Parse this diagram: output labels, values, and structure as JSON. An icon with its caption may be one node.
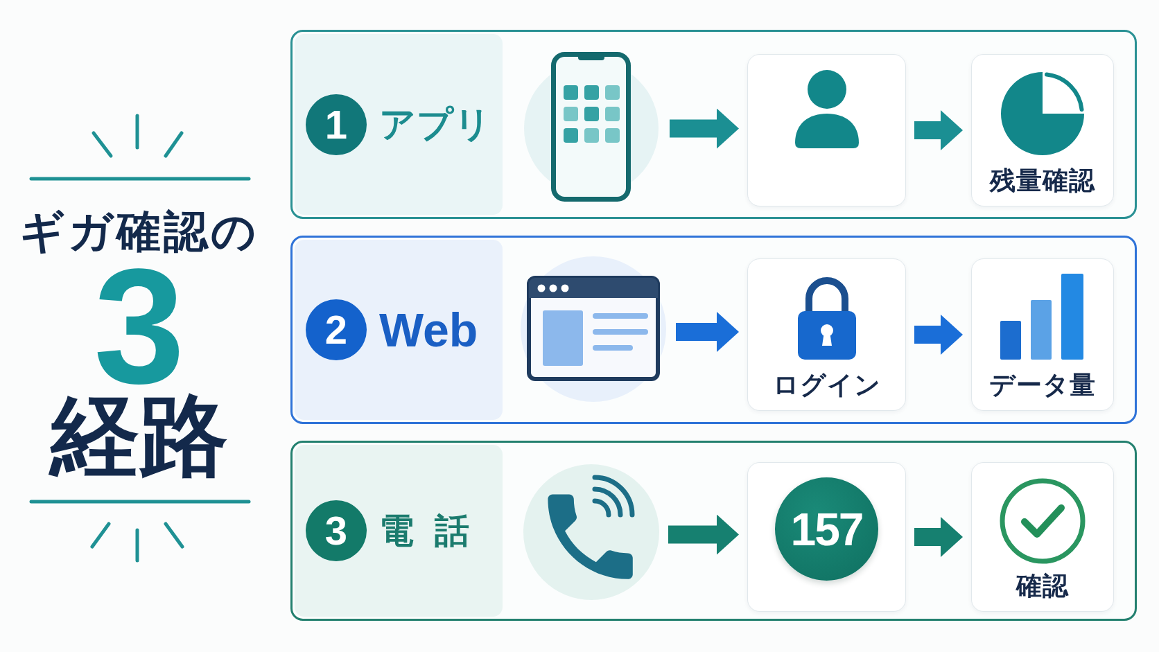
{
  "diagram": {
    "nodes": [
      {
        "text": [
          "1",
          "アプリ"
        ]
      },
      {
        "text": [],
        "shape": "picture",
        "in": 0
      },
      {
        "text": [],
        "shape": "box",
        "in": 0
      },
      {
        "text": [
          "残量確認"
        ],
        "in": 0
      },
      {
        "text": [
          "2",
          "Web"
        ]
      },
      {
        "text": [],
        "shape": "picture",
        "in": 4
      },
      {
        "text": [
          "ログイン"
        ],
        "in": 4
      },
      {
        "text": [
          "データ量"
        ],
        "in": 4
      },
      {
        "text": [
          "3",
          "電話"
        ]
      },
      {
        "text": [],
        "shape": "picture",
        "in": 8
      },
      {
        "text": [
          "157"
        ],
        "in": 8
      },
      {
        "text": [
          "確認"
        ],
        "in": 8
      }
    ],
    "edges": [
      {
        "from": 1,
        "to": 2,
        "arrow": "to",
        "color": "#1b8f93"
      },
      {
        "from": 2,
        "to": 3,
        "arrow": "to",
        "color": "#1b8f93"
      },
      {
        "from": 5,
        "to": 6,
        "arrow": "to",
        "color": "#1a6ed8"
      },
      {
        "from": 6,
        "to": 7,
        "arrow": "to",
        "color": "#1a6ed8"
      },
      {
        "from": 9,
        "to": 10,
        "arrow": "to",
        "color": "#168070"
      },
      {
        "from": 10,
        "to": 11,
        "arrow": "to",
        "color": "#168070"
      }
    ],
    "labels": [
      "ギガ確認の",
      "3",
      "経路"
    ]
  }
}
